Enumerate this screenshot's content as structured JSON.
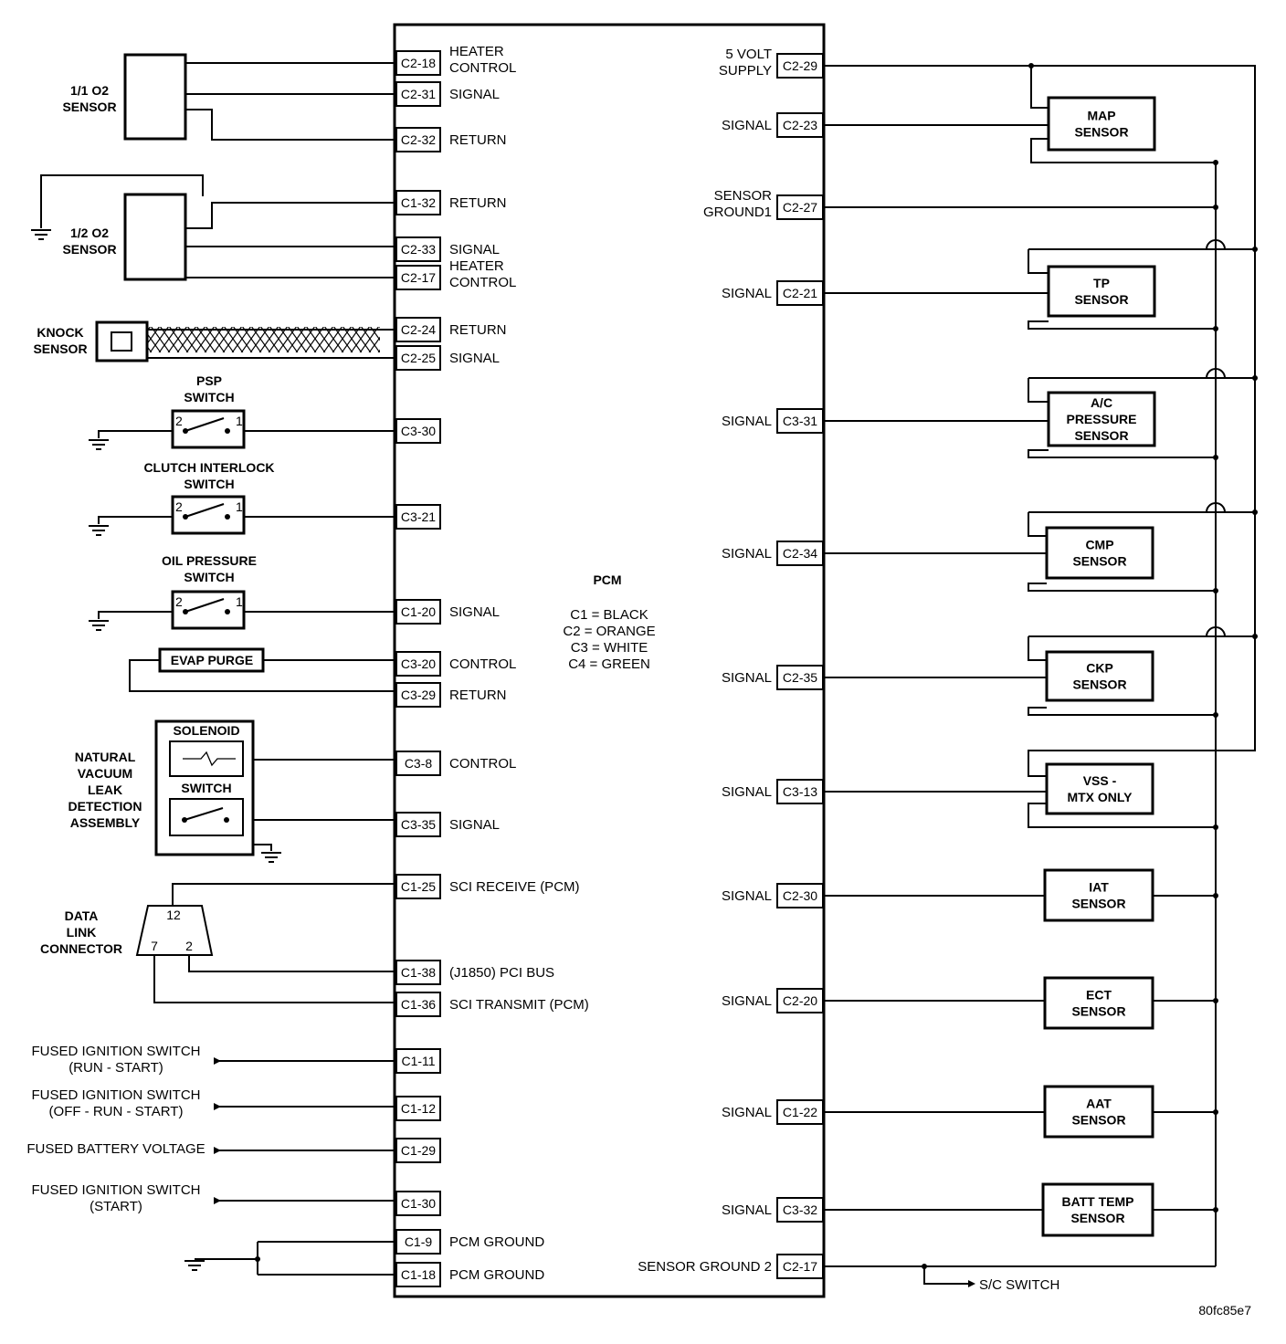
{
  "pcm": {
    "title": "PCM",
    "legend": [
      "C1 = BLACK",
      "C2 = ORANGE",
      "C3 = WHITE",
      "C4 = GREEN"
    ]
  },
  "left_pins": [
    {
      "pin": "C2-18",
      "label": "HEATER\nCONTROL"
    },
    {
      "pin": "C2-31",
      "label": "SIGNAL"
    },
    {
      "pin": "C2-32",
      "label": "RETURN"
    },
    {
      "pin": "C1-32",
      "label": "RETURN"
    },
    {
      "pin": "C2-33",
      "label": "SIGNAL"
    },
    {
      "pin": "C2-17",
      "label": "HEATER\nCONTROL"
    },
    {
      "pin": "C2-24",
      "label": "RETURN"
    },
    {
      "pin": "C2-25",
      "label": "SIGNAL"
    },
    {
      "pin": "C3-30",
      "label": ""
    },
    {
      "pin": "C3-21",
      "label": ""
    },
    {
      "pin": "C1-20",
      "label": "SIGNAL"
    },
    {
      "pin": "C3-20",
      "label": "CONTROL"
    },
    {
      "pin": "C3-29",
      "label": "RETURN"
    },
    {
      "pin": "C3-8",
      "label": "CONTROL"
    },
    {
      "pin": "C3-35",
      "label": "SIGNAL"
    },
    {
      "pin": "C1-25",
      "label": "SCI RECEIVE (PCM)"
    },
    {
      "pin": "C1-38",
      "label": "(J1850) PCI BUS"
    },
    {
      "pin": "C1-36",
      "label": "SCI TRANSMIT (PCM)"
    },
    {
      "pin": "C1-11",
      "label": ""
    },
    {
      "pin": "C1-12",
      "label": ""
    },
    {
      "pin": "C1-29",
      "label": ""
    },
    {
      "pin": "C1-30",
      "label": ""
    },
    {
      "pin": "C1-9",
      "label": "PCM GROUND"
    },
    {
      "pin": "C1-18",
      "label": "PCM GROUND"
    }
  ],
  "right_pins": [
    {
      "pin": "C2-29",
      "label": "5 VOLT\nSUPPLY"
    },
    {
      "pin": "C2-23",
      "label": "SIGNAL"
    },
    {
      "pin": "C2-27",
      "label": "SENSOR\nGROUND1"
    },
    {
      "pin": "C2-21",
      "label": "SIGNAL"
    },
    {
      "pin": "C3-31",
      "label": "SIGNAL"
    },
    {
      "pin": "C2-34",
      "label": "SIGNAL"
    },
    {
      "pin": "C2-35",
      "label": "SIGNAL"
    },
    {
      "pin": "C3-13",
      "label": "SIGNAL"
    },
    {
      "pin": "C2-30",
      "label": "SIGNAL"
    },
    {
      "pin": "C2-20",
      "label": "SIGNAL"
    },
    {
      "pin": "C1-22",
      "label": "SIGNAL"
    },
    {
      "pin": "C3-32",
      "label": "SIGNAL"
    },
    {
      "pin": "C2-17",
      "label": "SENSOR GROUND 2"
    }
  ],
  "left_components": [
    "1/1 O2\nSENSOR",
    "1/2 O2\nSENSOR",
    "KNOCK\nSENSOR",
    "PSP\nSWITCH",
    "CLUTCH INTERLOCK\nSWITCH",
    "OIL PRESSURE\nSWITCH",
    "EVAP PURGE",
    "NATURAL\nVACUUM\nLEAK\nDETECTION\nASSEMBLY",
    "SOLENOID",
    "SWITCH",
    "DATA\nLINK\nCONNECTOR"
  ],
  "switch_terminals": [
    "2",
    "1"
  ],
  "dlc_pins": [
    "12",
    "7",
    "2"
  ],
  "power_inputs": [
    "FUSED IGNITION SWITCH\n(RUN - START)",
    "FUSED IGNITION SWITCH\n(OFF - RUN - START)",
    "FUSED BATTERY VOLTAGE",
    "FUSED IGNITION SWITCH\n(START)"
  ],
  "right_sensors": [
    "MAP\nSENSOR",
    "TP\nSENSOR",
    "A/C\nPRESSURE\nSENSOR",
    "CMP\nSENSOR",
    "CKP\nSENSOR",
    "VSS -\nMTX ONLY",
    "IAT\nSENSOR",
    "ECT\nSENSOR",
    "AAT\nSENSOR",
    "BATT TEMP\nSENSOR"
  ],
  "sc_switch": "S/C SWITCH",
  "figure_id": "80fc85e7"
}
